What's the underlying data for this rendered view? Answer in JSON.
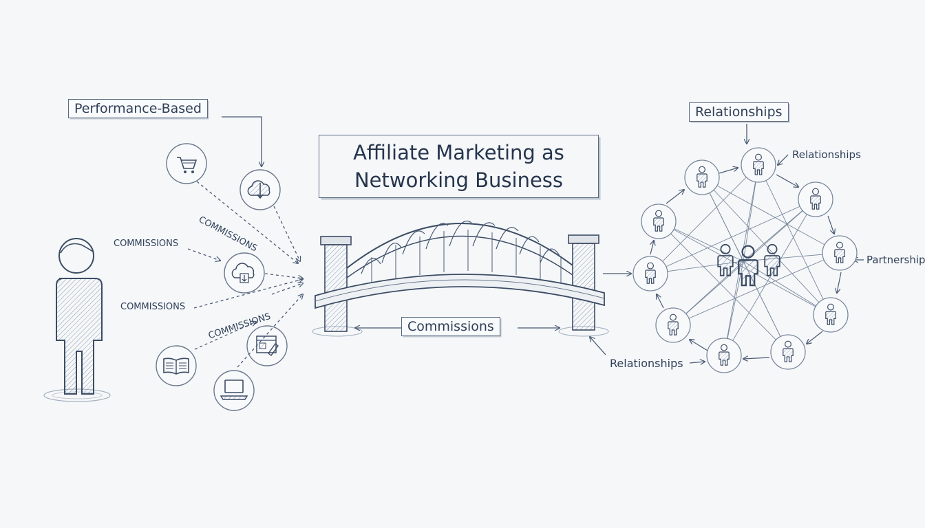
{
  "title": {
    "line1": "Affiliate Marketing as",
    "line2": "Networking Business"
  },
  "labels": {
    "performance_based": "Performance-Based",
    "relationships_box": "Relationships",
    "relationships_small": "Relationships",
    "relationships_bottom": "Relationships",
    "partnership": "Partnership",
    "commissions_box": "Commissions",
    "commissions_1": "COMMISSIONS",
    "commissions_2": "COMMISSIONS",
    "commissions_3": "COMMISSIONS",
    "commissions_4": "COMMISSIONS"
  },
  "icons": [
    "shopping-cart-icon",
    "cloud-download-icon",
    "cloud-upload-icon",
    "document-pen-icon",
    "open-book-icon",
    "laptop-icon",
    "person-icon",
    "bridge-icon",
    "people-group-icon"
  ],
  "colors": {
    "ink": "#2f3f58",
    "background": "#f5f7f9"
  }
}
